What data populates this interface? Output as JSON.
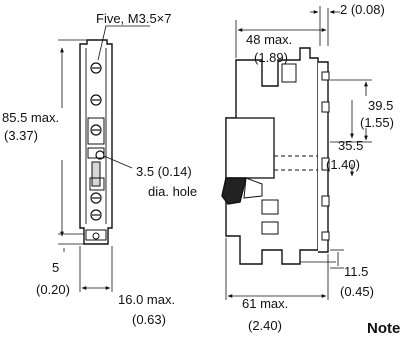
{
  "drawing": {
    "callouts": {
      "screws": "Five, M3.5×7",
      "height_mm": "85.5 max.",
      "height_in": "(3.37)",
      "hole_mm": "3.5 (0.14)",
      "hole_desc": "dia. hole",
      "bottom_mm": "5",
      "bottom_in": "(0.20)",
      "width_mm": "16.0 max.",
      "width_in": "(0.63)",
      "top_mm": "48 max.",
      "top_in": "(1.89)",
      "edge": "2 (0.08)",
      "rail_upper_mm": "39.5",
      "rail_upper_in": "(1.55)",
      "rail_lower_mm": "35.5",
      "rail_lower_in": "(1.40)",
      "foot_mm": "11.5",
      "foot_in": "(0.45)",
      "depth_mm": "61 max.",
      "depth_in": "(2.40)"
    },
    "note": "Note"
  }
}
